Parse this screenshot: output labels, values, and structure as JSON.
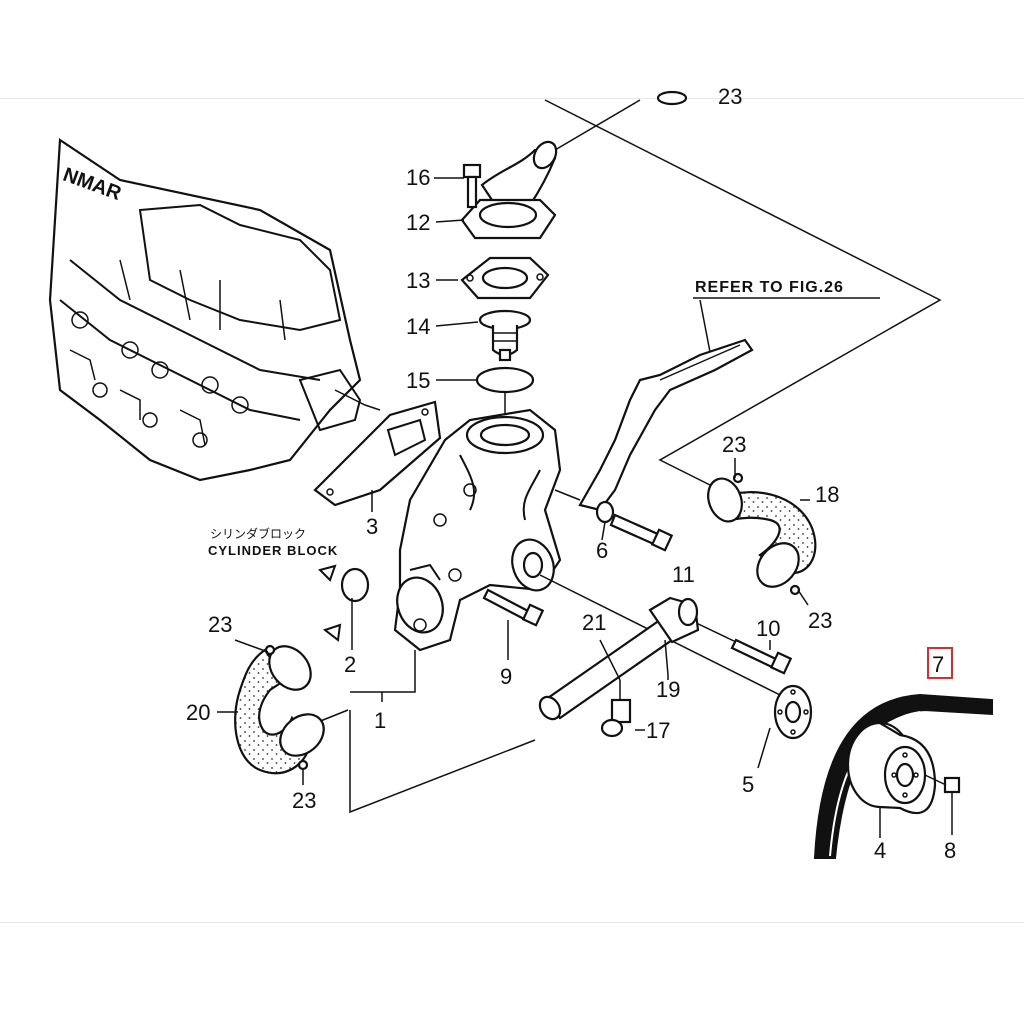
{
  "diagram": {
    "refer_label": "REFER TO FIG.26",
    "cylinder_block_jp": "シリンダブロック",
    "cylinder_block_en": "CYLINDER BLOCK",
    "brand_fragment": "NMAR",
    "cut_label": "23",
    "highlight_color": "#e0282e",
    "part_numbers": {
      "p1": "1",
      "p2": "2",
      "p3": "3",
      "p4": "4",
      "p5": "5",
      "p6": "6",
      "p7": "7",
      "p8": "8",
      "p9": "9",
      "p10": "10",
      "p11": "11",
      "p12": "12",
      "p13": "13",
      "p14": "14",
      "p15": "15",
      "p16": "16",
      "p17": "17",
      "p18": "18",
      "p19": "19",
      "p20": "20",
      "p21": "21",
      "p23a": "23",
      "p23b": "23",
      "p23c": "23",
      "p23d": "23"
    }
  }
}
